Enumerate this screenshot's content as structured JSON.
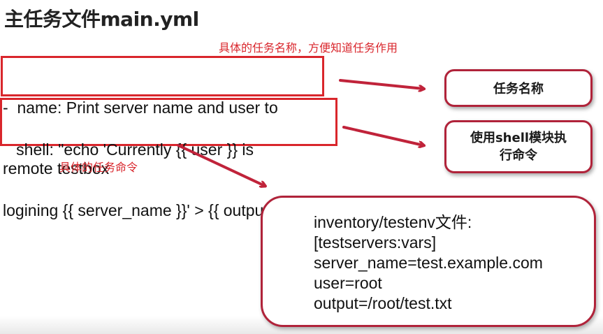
{
  "title": "主任务文件main.yml",
  "annotations": {
    "task_name_note": "具体的任务名称，方便知道任务作用",
    "task_command_note": "具体的任务命令"
  },
  "code": {
    "name_line1": "-  name: Print server name and user to",
    "name_line2": "remote testbox",
    "shell_line1": "   shell: \"echo 'Currently {{ user }} is",
    "shell_line2": "logining {{ server_name }}' > {{ output }}\""
  },
  "labels": {
    "task_name": "任务名称",
    "shell_module_line1": "使用shell模块执",
    "shell_module_line2": "行命令"
  },
  "inventory": {
    "lines": [
      "inventory/testenv文件:",
      "[testservers:vars]",
      "server_name=test.example.com",
      "user=root",
      "output=/root/test.txt"
    ]
  },
  "colors": {
    "annotation_red": "#d9262c",
    "box_red": "#b0233a",
    "arrow_red": "#c0233a"
  }
}
